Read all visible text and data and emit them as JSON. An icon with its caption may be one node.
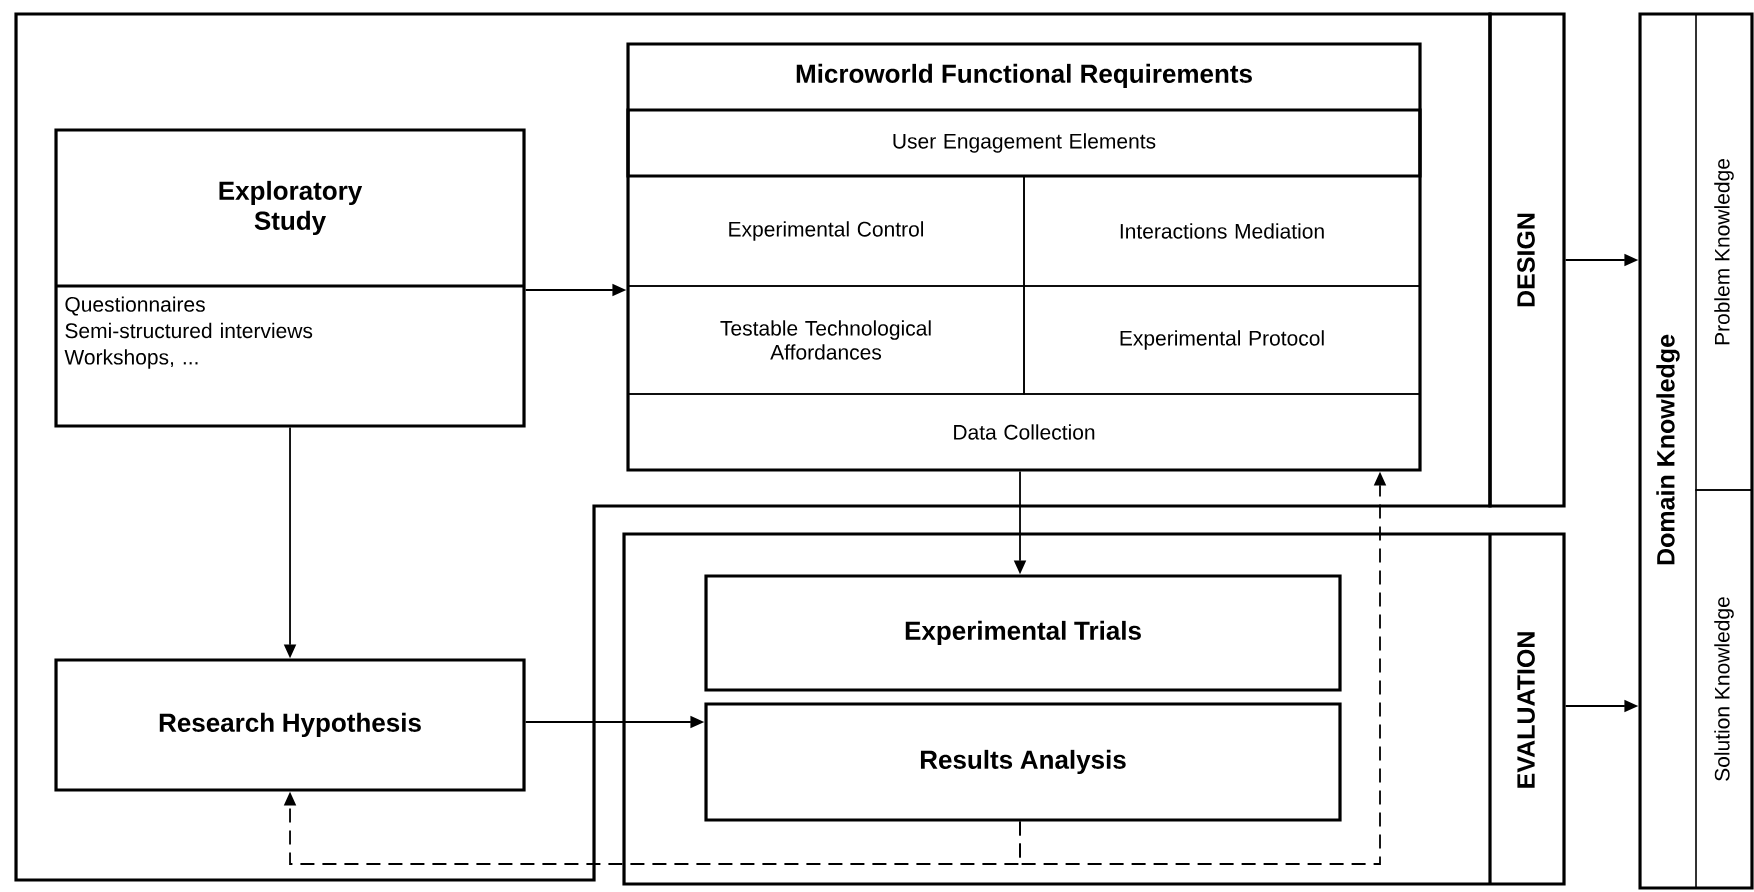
{
  "diagram": {
    "nodes": [
      {
        "text": [
          "DESIGN"
        ]
      },
      {
        "text": [
          "Exploratory Study",
          "Questionnaires",
          "Semi-structured interviews",
          "Workshops, ..."
        ],
        "in": 0
      },
      {
        "text": [
          "Research Hypothesis"
        ],
        "in": 0
      },
      {
        "text": [
          "Microworld Functional Requirements"
        ],
        "in": 0
      },
      {
        "text": [
          "User Engagement Elements"
        ],
        "in": 3
      },
      {
        "text": [
          "Experimental Control"
        ],
        "in": 3
      },
      {
        "text": [
          "Interactions Mediation"
        ],
        "in": 3
      },
      {
        "text": [
          "Testable Technological Affordances"
        ],
        "in": 3
      },
      {
        "text": [
          "Experimental Protocol"
        ],
        "in": 3
      },
      {
        "text": [
          "Data Collection"
        ],
        "in": 3
      },
      {
        "text": [
          "EVALUATION"
        ]
      },
      {
        "text": [
          "Experimental Trials"
        ],
        "in": 10
      },
      {
        "text": [
          "Results Analysis"
        ],
        "in": 10
      },
      {
        "text": [
          "Domain Knowledge"
        ]
      },
      {
        "text": [
          "Problem Knowledge"
        ],
        "in": 13
      },
      {
        "text": [
          "Solution Knowledge"
        ],
        "in": 13
      }
    ],
    "edges": [
      {
        "from": 1,
        "to": 3,
        "arrow": "to"
      },
      {
        "from": 1,
        "to": 2,
        "arrow": "to"
      },
      {
        "from": 2,
        "to": 12,
        "arrow": "to"
      },
      {
        "from": 3,
        "to": 11,
        "arrow": "to"
      },
      {
        "from": 12,
        "to": 2,
        "arrow": "to",
        "style": "dashed"
      },
      {
        "from": 12,
        "to": 3,
        "arrow": "to",
        "style": "dashed"
      },
      {
        "from": 0,
        "to": 13,
        "arrow": "to"
      },
      {
        "from": 10,
        "to": 13,
        "arrow": "to"
      }
    ]
  }
}
